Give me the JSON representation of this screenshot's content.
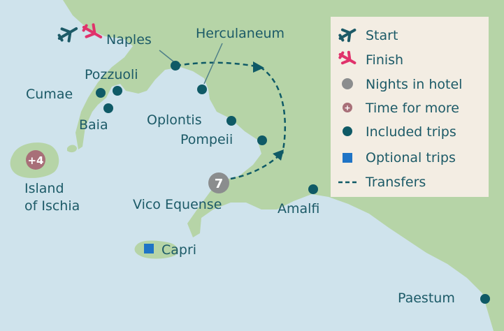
{
  "colors": {
    "sea": "#cfe3ec",
    "land": "#b6d4a7",
    "coast": "#8fb7c6",
    "text": "#1c5a67",
    "dot": "#0f5a66",
    "hotel": "#8b8d8e",
    "more": "#a86f78",
    "optional": "#1f74c6",
    "plane_start": "#1c5a67",
    "plane_finish": "#e0326b",
    "legend_bg": "#f3ede3"
  },
  "places": {
    "naples": "Naples",
    "herculaneum": "Herculaneum",
    "pozzuoli": "Pozzuoli",
    "cumae": "Cumae",
    "baia": "Baia",
    "oplontis": "Oplontis",
    "pompeii": "Pompeii",
    "ischia_line1": "Island",
    "ischia_line2": "of Ischia",
    "vico": "Vico Equense",
    "amalfi": "Amalfi",
    "capri": "Capri",
    "paestum": "Paestum"
  },
  "badges": {
    "ischia_more": "+4",
    "vico_nights": "7"
  },
  "legend": {
    "start": "Start",
    "finish": "Finish",
    "nights": "Nights in hotel",
    "more": "Time for more",
    "included": "Included trips",
    "optional": "Optional trips",
    "transfers": "Transfers"
  },
  "icons": {
    "start": "plane-icon",
    "finish": "plane-icon",
    "nights": "grey-circle",
    "more": "plus-circle",
    "included": "dot",
    "optional": "square",
    "transfers": "dashed-line"
  }
}
